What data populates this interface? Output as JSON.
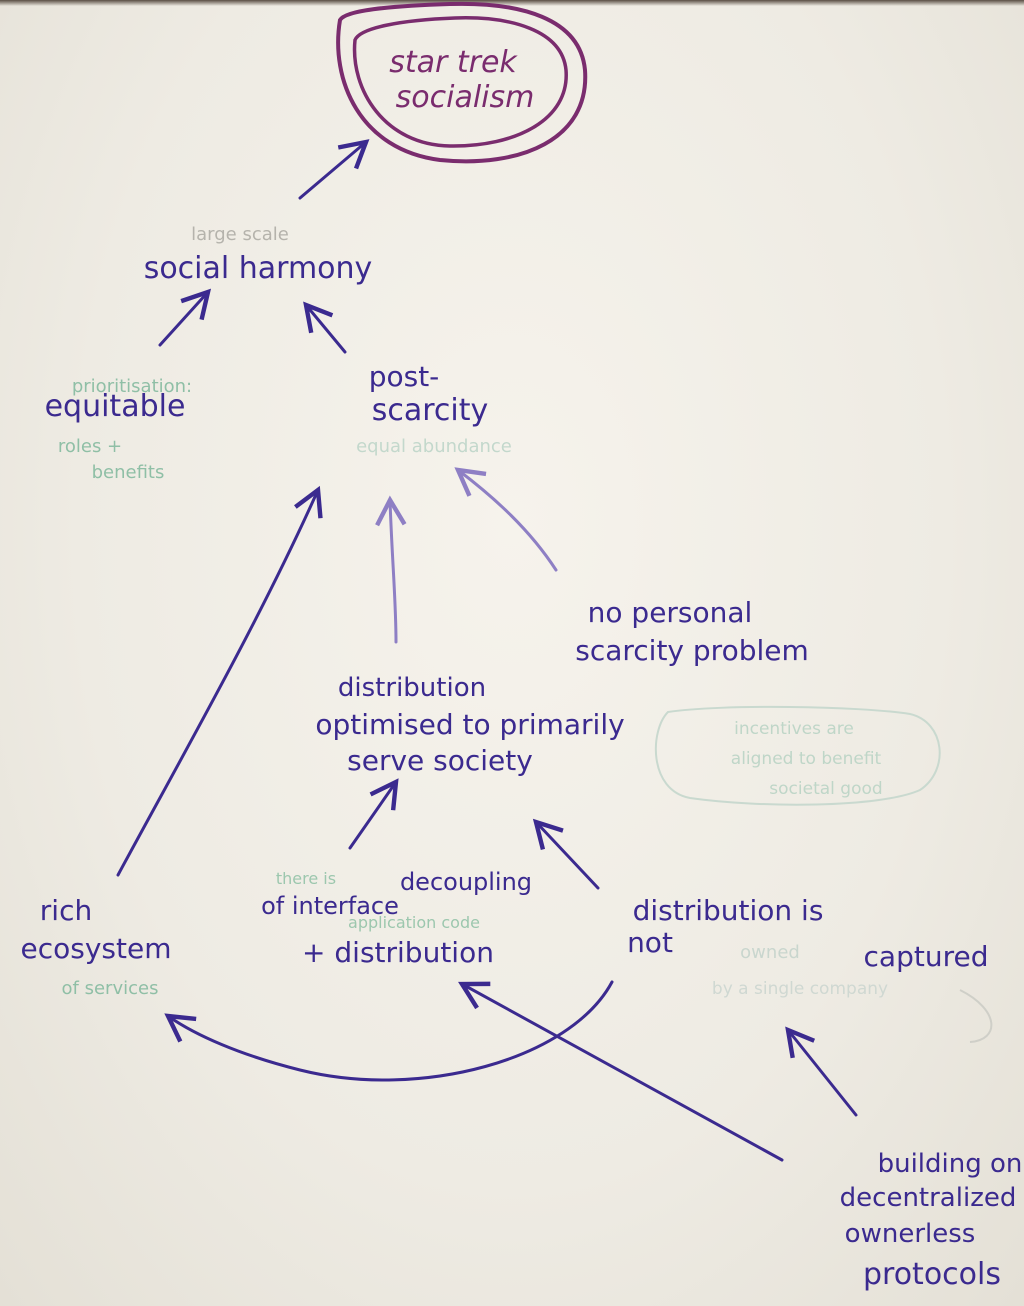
{
  "nodes": {
    "goal": {
      "line1": "star trek",
      "line2": "socialism"
    },
    "social_harmony": {
      "text": "social harmony",
      "faint": "large scale"
    },
    "equitable": {
      "text": "equitable",
      "faint_top": "prioritisation:",
      "faint_line1": "roles +",
      "faint_line2": "benefits"
    },
    "post_scarcity": {
      "line1": "post-",
      "line2": "scarcity",
      "faint": "equal abundance"
    },
    "no_personal": {
      "line1": "no personal",
      "line2": "scarcity problem"
    },
    "distribution": {
      "line1": "distribution",
      "line2": "optimised to primarily",
      "line3": "serve society",
      "faint_line1": "incentives are",
      "faint_line2": "aligned to benefit",
      "faint_line3": "societal good"
    },
    "rich_ecosystem": {
      "line1": "rich",
      "line2": "ecosystem",
      "faint": "of services"
    },
    "decoupling": {
      "line1": "decoupling",
      "line2": "of interface",
      "line3": "+ distribution",
      "faint_line1": "there is",
      "faint_line2": "application code"
    },
    "not_captured": {
      "line1": "distribution is",
      "line2": "not",
      "line3": "captured",
      "faint_line1": "owned",
      "faint_line2": "by a single company"
    },
    "protocols": {
      "line1": "building on",
      "line2": "decentralized",
      "line3": "ownerless",
      "line4": "protocols"
    }
  },
  "colors": {
    "ink_purple": "#3b2a8f",
    "ink_magenta": "#7a2c6e",
    "ink_lilac": "#8e7fc4",
    "ink_green": "#8fbfa6",
    "ink_grey": "#b5b3ac"
  }
}
